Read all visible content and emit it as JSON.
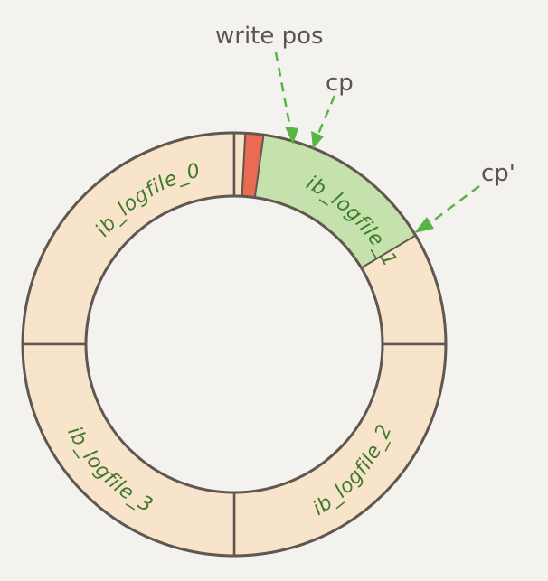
{
  "segments": [
    {
      "label": "ib_logfile_0"
    },
    {
      "label": "ib_logfile_1"
    },
    {
      "label": "ib_logfile_2"
    },
    {
      "label": "ib_logfile_3"
    }
  ],
  "pointers": {
    "write_pos": "write pos",
    "cp": "cp",
    "cp_prime": "cp'"
  },
  "colors": {
    "segment_fill": "#f8e3cb",
    "write_region": "#ea6a52",
    "checkpoint_region": "#c5e2ac",
    "arrow": "#57b543",
    "label_text": "#3f7a2c"
  }
}
